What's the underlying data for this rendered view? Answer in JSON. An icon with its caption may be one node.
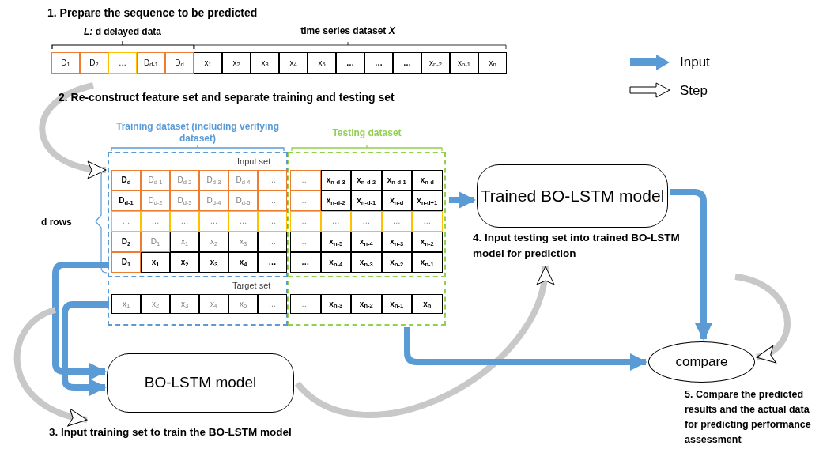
{
  "diagram": {
    "nodes": [
      {
        "text": [
          "D$_{1}$"
        ]
      },
      {
        "text": [
          "D$_{2}$"
        ]
      },
      {
        "text": [
          "…"
        ]
      },
      {
        "text": [
          "D$_{d-1}$"
        ]
      },
      {
        "text": [
          "D$_{d}$"
        ]
      },
      {
        "text": [
          "x$_{1}$"
        ]
      },
      {
        "text": [
          "x$_{2}$"
        ]
      },
      {
        "text": [
          "x$_{3}$"
        ]
      },
      {
        "text": [
          "x$_{4}$"
        ]
      },
      {
        "text": [
          "x$_{5}$"
        ]
      },
      {
        "text": [
          "…"
        ]
      },
      {
        "text": [
          "…"
        ]
      },
      {
        "text": [
          "…"
        ]
      },
      {
        "text": [
          "x$_{n-2}$"
        ]
      },
      {
        "text": [
          "x$_{n-1}$"
        ]
      },
      {
        "text": [
          "x$_{n}$"
        ]
      },
      {
        "text": [
          "Training dataset (including verifying dataset)"
        ]
      },
      {
        "text": [
          "Testing dataset"
        ]
      },
      {
        "text": [
          "D$_{d}$"
        ],
        "in": 16
      },
      {
        "text": [
          "D$_{d-1}$"
        ],
        "in": 16
      },
      {
        "text": [
          "D$_{d-2}$"
        ],
        "in": 16
      },
      {
        "text": [
          "D$_{d-3}$"
        ],
        "in": 16
      },
      {
        "text": [
          "D$_{d-4}$"
        ],
        "in": 16
      },
      {
        "text": [
          "…"
        ],
        "in": 16
      },
      {
        "text": [
          "…"
        ],
        "in": 17
      },
      {
        "text": [
          "x$_{n-d-3}$"
        ],
        "in": 17
      },
      {
        "text": [
          "x$_{n-d-2}$"
        ],
        "in": 17
      },
      {
        "text": [
          "x$_{n-d-1}$"
        ],
        "in": 17
      },
      {
        "text": [
          "x$_{n-d}$"
        ],
        "in": 17
      },
      {
        "text": [
          "D$_{d-1}$"
        ],
        "in": 16
      },
      {
        "text": [
          "D$_{d-2}$"
        ],
        "in": 16
      },
      {
        "text": [
          "D$_{d-3}$"
        ],
        "in": 16
      },
      {
        "text": [
          "D$_{d-4}$"
        ],
        "in": 16
      },
      {
        "text": [
          "D$_{d-5}$"
        ],
        "in": 16
      },
      {
        "text": [
          "…"
        ],
        "in": 16
      },
      {
        "text": [
          "…"
        ],
        "in": 17
      },
      {
        "text": [
          "x$_{n-d-2}$"
        ],
        "in": 17
      },
      {
        "text": [
          "x$_{n-d-1}$"
        ],
        "in": 17
      },
      {
        "text": [
          "x$_{n-d}$"
        ],
        "in": 17
      },
      {
        "text": [
          "x$_{n-d+1}$"
        ],
        "in": 17
      },
      {
        "text": [
          "…"
        ],
        "in": 16
      },
      {
        "text": [
          "…"
        ],
        "in": 16
      },
      {
        "text": [
          "…"
        ],
        "in": 16
      },
      {
        "text": [
          "…"
        ],
        "in": 16
      },
      {
        "text": [
          "…"
        ],
        "in": 16
      },
      {
        "text": [
          "…"
        ],
        "in": 16
      },
      {
        "text": [
          "…"
        ],
        "in": 17
      },
      {
        "text": [
          "…"
        ],
        "in": 17
      },
      {
        "text": [
          "…"
        ],
        "in": 17
      },
      {
        "text": [
          "…"
        ],
        "in": 17
      },
      {
        "text": [
          "…"
        ],
        "in": 17
      },
      {
        "text": [
          "D$_{2}$"
        ],
        "in": 16
      },
      {
        "text": [
          "D$_{1}$"
        ],
        "in": 16
      },
      {
        "text": [
          "x$_{1}$"
        ],
        "in": 16
      },
      {
        "text": [
          "x$_{2}$"
        ],
        "in": 16
      },
      {
        "text": [
          "x$_{3}$"
        ],
        "in": 16
      },
      {
        "text": [
          "…"
        ],
        "in": 16
      },
      {
        "text": [
          "…"
        ],
        "in": 17
      },
      {
        "text": [
          "x$_{n-5}$"
        ],
        "in": 17
      },
      {
        "text": [
          "x$_{n-4}$"
        ],
        "in": 17
      },
      {
        "text": [
          "x$_{n-3}$"
        ],
        "in": 17
      },
      {
        "text": [
          "x$_{n-2}$"
        ],
        "in": 17
      },
      {
        "text": [
          "D$_{1}$"
        ],
        "in": 16
      },
      {
        "text": [
          "x$_{1}$"
        ],
        "in": 16
      },
      {
        "text": [
          "x$_{2}$"
        ],
        "in": 16
      },
      {
        "text": [
          "x$_{3}$"
        ],
        "in": 16
      },
      {
        "text": [
          "x$_{4}$"
        ],
        "in": 16
      },
      {
        "text": [
          "…"
        ],
        "in": 16
      },
      {
        "text": [
          "…"
        ],
        "in": 17
      },
      {
        "text": [
          "x$_{n-4}$"
        ],
        "in": 17
      },
      {
        "text": [
          "x$_{n-3}$"
        ],
        "in": 17
      },
      {
        "text": [
          "x$_{n-2}$"
        ],
        "in": 17
      },
      {
        "text": [
          "x$_{n-1}$"
        ],
        "in": 17
      },
      {
        "text": [
          "x$_{1}$"
        ],
        "in": 16
      },
      {
        "text": [
          "x$_{2}$"
        ],
        "in": 16
      },
      {
        "text": [
          "x$_{3}$"
        ],
        "in": 16
      },
      {
        "text": [
          "x$_{4}$"
        ],
        "in": 16
      },
      {
        "text": [
          "x$_{5}$"
        ],
        "in": 16
      },
      {
        "text": [
          "…"
        ],
        "in": 16
      },
      {
        "text": [
          "…"
        ],
        "in": 17
      },
      {
        "text": [
          "x$_{n-3}$"
        ],
        "in": 17
      },
      {
        "text": [
          "x$_{n-2}$"
        ],
        "in": 17
      },
      {
        "text": [
          "x$_{n-1}$"
        ],
        "in": 17
      },
      {
        "text": [
          "x$_{n}$"
        ],
        "in": 17
      },
      {
        "text": [
          "Trained BO-LSTM model"
        ]
      },
      {
        "text": [
          "4. Input testing set into trained BO-LSTM model for prediction"
        ]
      },
      {
        "text": [
          "BO-LSTM model"
        ]
      },
      {
        "text": [
          "compare"
        ],
        "beside": [
          "5. Compare the predicted results and the actual data for predicting performance assessment"
        ]
      },
      {
        "text": [
          "3. Input training set to train the BO-LSTM model"
        ]
      }
    ],
    "edges": [
      {
        "from": null,
        "to": 16,
        "arrow": "to",
        "color": "#c8c8c8"
      },
      {
        "from": 16,
        "to": 86,
        "arrow": "to"
      },
      {
        "from": 16,
        "to": 86,
        "arrow": "to"
      },
      {
        "from": null,
        "to": 88,
        "arrow": "to",
        "color": "#c8c8c8"
      },
      {
        "from": 86,
        "to": 85,
        "arrow": "to",
        "color": "#c8c8c8"
      },
      {
        "from": 17,
        "to": 84,
        "arrow": "to"
      },
      {
        "from": 84,
        "to": 87,
        "arrow": "to"
      },
      {
        "from": 17,
        "to": 87,
        "arrow": "to"
      },
      {
        "from": null,
        "to": 87,
        "arrow": "to",
        "color": "#c8c8c8"
      }
    ],
    "labels": [
      "1. Prepare the sequence to be predicted",
      "*L:* d delayed data",
      "time series dataset *X*",
      "2. Re-construct feature set and separate training and testing set",
      "Input set",
      "d rows",
      "Target set"
    ],
    "legend": [
      {
        "text": "Input"
      },
      {
        "text": "Step"
      }
    ]
  }
}
